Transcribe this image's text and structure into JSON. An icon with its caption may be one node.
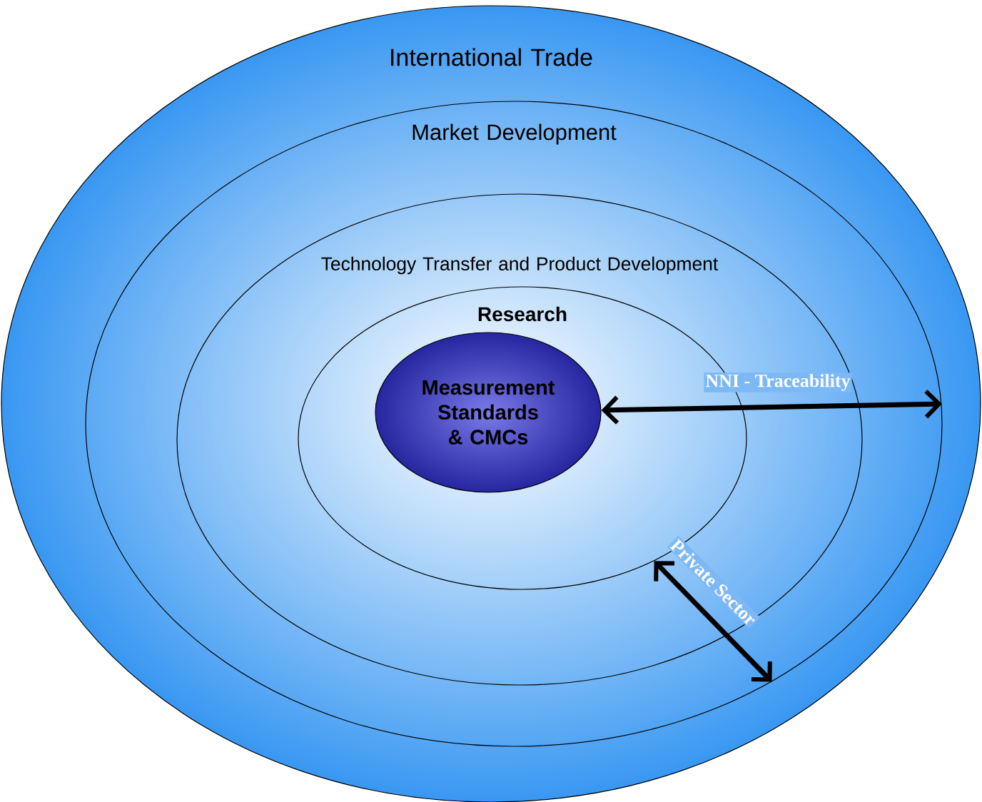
{
  "diagram": {
    "nodes": [
      {
        "text": [
          "International Trade"
        ]
      },
      {
        "text": [
          "Market Development"
        ],
        "in": 0
      },
      {
        "text": [
          "Technology Transfer and Product Development"
        ],
        "in": 1
      },
      {
        "text": [
          "Research"
        ],
        "in": 2
      },
      {
        "text": [
          "Measurement Standards & CMCs"
        ],
        "in": 3
      }
    ],
    "edges": [
      {
        "from": 4,
        "to": null,
        "arrow": "both",
        "label": "NNI - Traceability"
      },
      {
        "from": 3,
        "to": 1,
        "arrow": "both",
        "label": "Private Sector"
      }
    ]
  }
}
